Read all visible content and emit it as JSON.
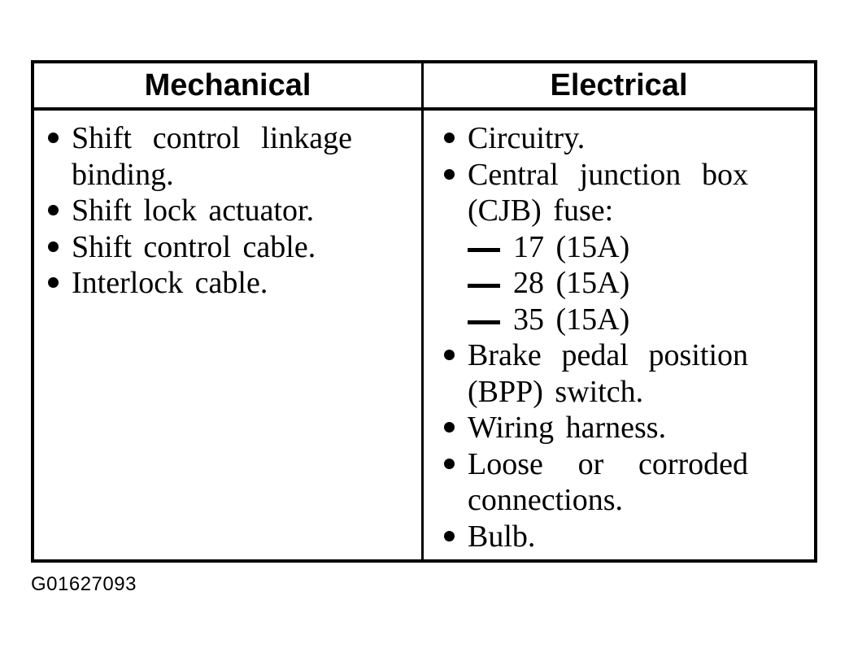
{
  "page": {
    "background_color": "#ffffff",
    "ink_color": "#000000"
  },
  "figure_id": "G01627093",
  "table": {
    "columns": [
      {
        "header": "Mechanical",
        "items": [
          {
            "text": "Shift control linkage binding."
          },
          {
            "text": "Shift lock actuator."
          },
          {
            "text": "Shift control cable."
          },
          {
            "text": "Interlock cable."
          }
        ]
      },
      {
        "header": "Electrical",
        "items": [
          {
            "text": "Circuitry."
          },
          {
            "text": "Central junction box (CJB) fuse:",
            "sub_items": [
              "17 (15A)",
              "28 (15A)",
              "35 (15A)"
            ]
          },
          {
            "text": "Brake pedal position (BPP) switch."
          },
          {
            "text": "Wiring harness."
          },
          {
            "text": "Loose or corroded connections."
          },
          {
            "text": "Bulb."
          }
        ]
      }
    ]
  }
}
